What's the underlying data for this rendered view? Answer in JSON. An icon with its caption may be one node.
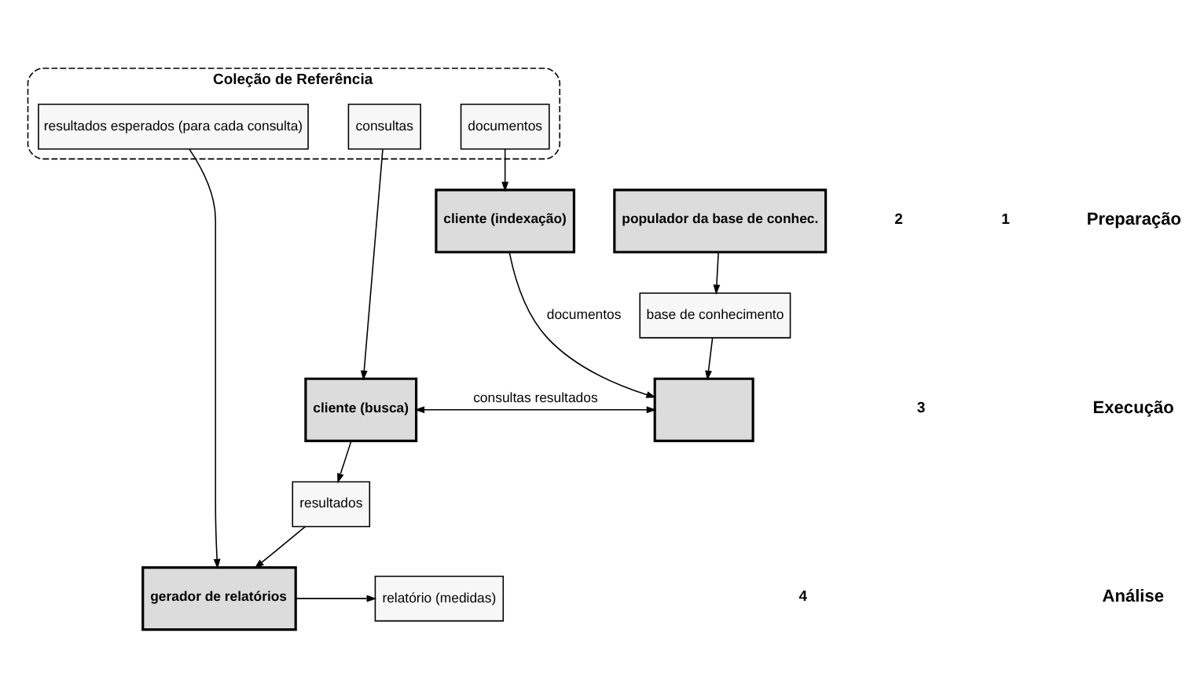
{
  "diagram": {
    "nodes": [
      {
        "text": [
          "Coleção de Referência"
        ]
      },
      {
        "text": [
          "resultados esperados (para cada consulta)"
        ],
        "in": 0
      },
      {
        "text": [
          "consultas"
        ],
        "in": 0
      },
      {
        "text": [
          "documentos"
        ],
        "in": 0
      },
      {
        "text": [
          "cliente (indexação)"
        ]
      },
      {
        "text": [
          "populador da base de conhec."
        ]
      },
      {
        "text": [
          "base de conhecimento"
        ]
      },
      {
        "text": [
          "cliente (busca)"
        ]
      },
      {
        "text": [],
        "shape": "box"
      },
      {
        "text": [
          "resultados"
        ]
      },
      {
        "text": [
          "gerador de relatórios"
        ]
      },
      {
        "text": [
          "relatório (medidas)"
        ]
      }
    ],
    "edges": [
      {
        "from": 3,
        "to": 4,
        "arrow": "to"
      },
      {
        "from": 4,
        "to": 8,
        "arrow": "to",
        "label": "documentos"
      },
      {
        "from": 5,
        "to": 6,
        "arrow": "to"
      },
      {
        "from": 6,
        "to": 8,
        "arrow": "to"
      },
      {
        "from": 2,
        "to": 7,
        "arrow": "to"
      },
      {
        "from": 7,
        "to": 8,
        "arrow": "both",
        "label": "consultas resultados"
      },
      {
        "from": 7,
        "to": 9,
        "arrow": "to"
      },
      {
        "from": 9,
        "to": 10,
        "arrow": "to"
      },
      {
        "from": 1,
        "to": 10,
        "arrow": "to"
      },
      {
        "from": 10,
        "to": 11,
        "arrow": "to"
      }
    ],
    "labels": [
      "2",
      "1",
      "3",
      "4",
      "Preparação",
      "Execução",
      "Análise"
    ]
  }
}
